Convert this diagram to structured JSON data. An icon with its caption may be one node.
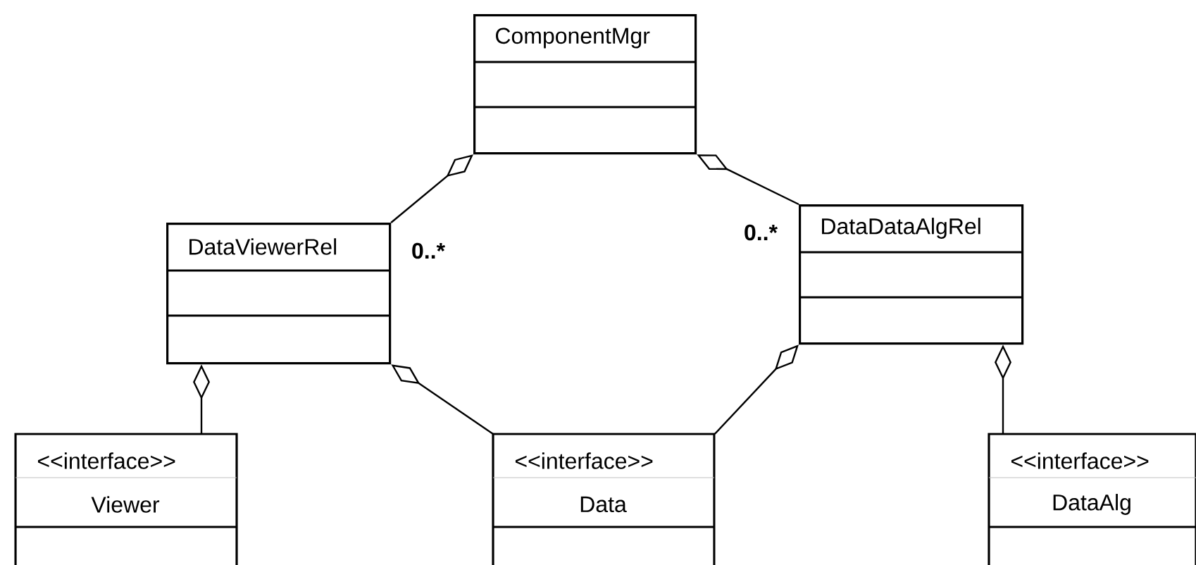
{
  "diagram": {
    "nodes": [
      {
        "text": [
          "ComponentMgr"
        ]
      },
      {
        "text": [
          "DataViewerRel"
        ]
      },
      {
        "text": [
          "DataDataAlgRel"
        ]
      },
      {
        "text": [
          "<<interface>>",
          "Viewer"
        ]
      },
      {
        "text": [
          "<<interface>>",
          "Data"
        ]
      },
      {
        "text": [
          "<<interface>>",
          "DataAlg"
        ]
      }
    ],
    "edges": [
      {
        "from": 1,
        "to": 0,
        "arrow": "other"
      },
      {
        "from": 2,
        "to": 0,
        "arrow": "other"
      },
      {
        "from": 4,
        "to": 1,
        "arrow": "other"
      },
      {
        "from": 4,
        "to": 2,
        "arrow": "other"
      },
      {
        "from": 3,
        "to": 1,
        "arrow": "other"
      },
      {
        "from": 5,
        "to": 2,
        "arrow": "other"
      }
    ],
    "labels": [
      "0..*",
      "0..*"
    ]
  }
}
